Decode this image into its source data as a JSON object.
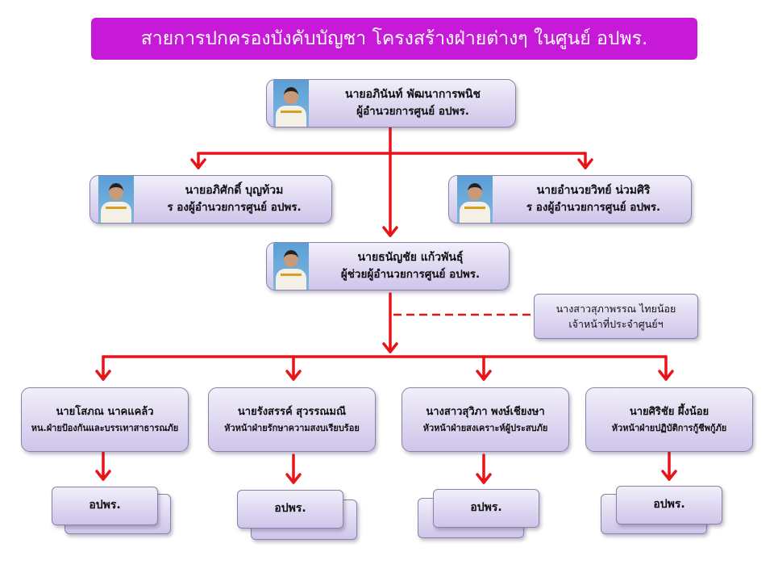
{
  "title": "สายการปกครองบังคับบัญชา โครงสร้างฝ่ายต่างๆ ในศูนย์ อปพร.",
  "director": {
    "name": "นายอภินันท์ พัฒนาการพนิช",
    "role": "ผู้อำนวยการศูนย์ อปพร."
  },
  "deputies": [
    {
      "name": "นายอภิศักดิ์ บุญท้วม",
      "role": "ร องผู้อำนวยการศูนย์ อปพร."
    },
    {
      "name": "นายอำนวยวิทย์ น่วมศิริ",
      "role": "ร องผู้อำนวยการศูนย์ อปพร."
    }
  ],
  "assistant": {
    "name": "นายธนัญชัย แก้วพันธุ์",
    "role": "ผู้ช่วยผู้อำนวยการศูนย์ อปพร."
  },
  "staff": {
    "name": "นางสาวสุภาพรรณ ไทยน้อย",
    "role": "เจ้าหน้าที่ประจำศูนย์ฯ"
  },
  "divisions": [
    {
      "name": "นายโสภณ นาคแคล้ว",
      "role": "หน.ฝ่ายป้องกันและบรรเทาสาธารณภัย",
      "unit": "อปพร."
    },
    {
      "name": "นายรังสรรค์ สุวรรณมณี",
      "role": "หัวหน้าฝ่ายรักษาความสงบเรียบร้อย",
      "unit": "อปพร."
    },
    {
      "name": "นางสาวสุวิภา พงษ์เชียงษา",
      "role": "หัวหน้าฝ่ายสงเคราะห์ผู้ประสบภัย",
      "unit": "อปพร."
    },
    {
      "name": "นายศิริชัย ผึ้งน้อย",
      "role": "หัวหน้าฝ่ายปฏิบัติการกู้ชีพกู้ภัย",
      "unit": "อปพร."
    }
  ],
  "colors": {
    "title_bg": "#c61ad8",
    "connector": "#e8141a",
    "box_fill": "#e1dbf2"
  }
}
